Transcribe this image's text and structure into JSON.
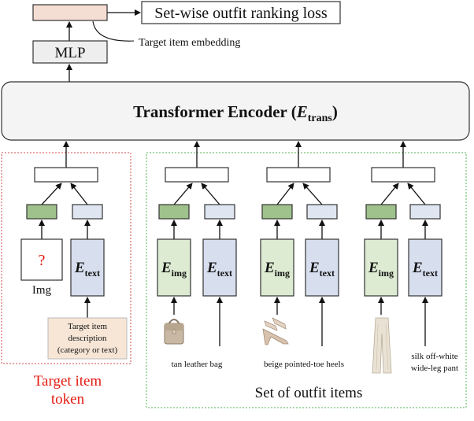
{
  "diagram": {
    "loss_label": "Set-wise outfit ranking loss",
    "target_embedding_label": "Target item embedding",
    "mlp_label": "MLP",
    "transformer_label": {
      "prefix": "Transformer Encoder (",
      "symbol": "E",
      "subscript": "trans",
      "suffix": ")"
    },
    "encoder_symbol": "E",
    "img_subscript": "img",
    "text_subscript": "text",
    "missing_image_symbol": "?",
    "img_label": "Img",
    "target_description": {
      "line1": "Target item",
      "line2": "description",
      "line3": "(category or text)"
    },
    "target_token_label": {
      "line1": "Target item",
      "line2": "token"
    },
    "outfit_set_label": "Set of outfit items",
    "items": [
      {
        "label": "tan leather bag",
        "thumbnail_icon": "leather-bag-icon"
      },
      {
        "label": "beige pointed-toe heels",
        "thumbnail_icon": "pointed-heel-icon"
      },
      {
        "label": "silk off-white",
        "label_line2": "wide-leg pant",
        "thumbnail_icon": "wide-leg-pant-icon"
      }
    ],
    "colors": {
      "transformer_fill": "#f4f4f4",
      "image_feature_fill": "#9fc18c",
      "text_feature_fill": "#dfe6f2",
      "image_encoder_fill": "#dcebd2",
      "text_encoder_fill": "#d7deee",
      "target_embedding_fill": "#f4ddd2",
      "description_fill": "#f7e6d6",
      "target_box_border": "#d64a4a",
      "outfit_box_border": "#56b356",
      "target_token_text": "#e31b12",
      "missing_symbol": "#e31b12"
    }
  }
}
